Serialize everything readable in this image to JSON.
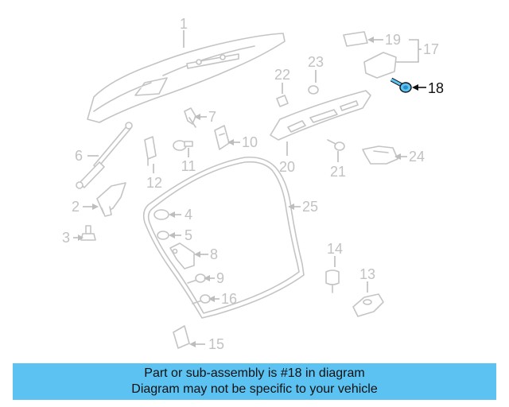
{
  "highlight_part": "18",
  "highlight_color": "#5bc2f2",
  "callouts": [
    "1",
    "2",
    "3",
    "4",
    "5",
    "6",
    "7",
    "8",
    "9",
    "10",
    "11",
    "12",
    "13",
    "14",
    "15",
    "16",
    "17",
    "18",
    "19",
    "20",
    "21",
    "22",
    "23",
    "24",
    "25"
  ],
  "banner": {
    "line1": "Part or sub-assembly is #18 in diagram",
    "line2": "Diagram may not be specific to your vehicle"
  }
}
